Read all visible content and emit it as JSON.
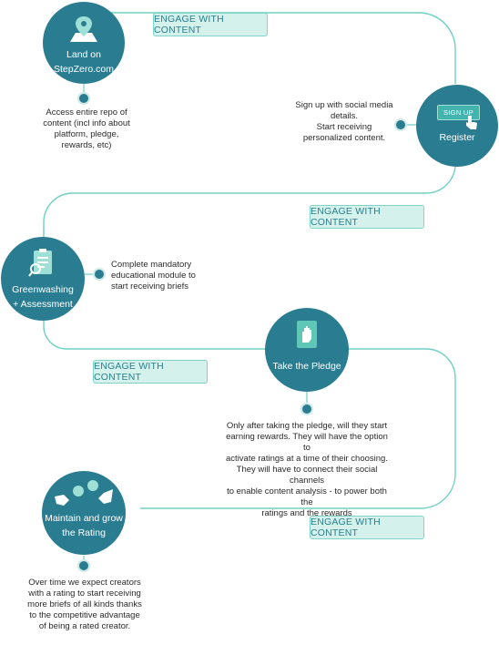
{
  "steps": [
    {
      "title": "Land on\nStepZero.com",
      "icon": "map-pin-icon",
      "description": "Access entire repo of\ncontent (incl info about\nplatform, pledge,\nrewards, etc)"
    },
    {
      "title": "Register",
      "icon": "sign-up-button-icon",
      "button_text": "SIGN UP",
      "description": "Sign up with social media\ndetails.\nStart receiving\npersonalized content."
    },
    {
      "title": "Greenwashing\n+ Assessment",
      "icon": "clipboard-search-icon",
      "description": "Complete mandatory\neducational module to\nstart receiving briefs"
    },
    {
      "title": "Take the Pledge",
      "icon": "hand-pledge-icon",
      "description": "Only after taking the pledge, will they start\nearning rewards. They will have the option to\nactivate ratings at a time of their choosing.\nThey will have to connect their social  channels\nto enable content analysis  - to power both the\nratings and the rewards"
    },
    {
      "title": "Maintain and grow\nthe Rating",
      "icon": "hands-puzzle-icon",
      "description": "Over time we expect creators\nwith a rating to start receiving\nmore briefs  of all kinds thanks\nto the competitive advantage\nof being a rated creator."
    }
  ],
  "connectors": [
    {
      "label": "ENGAGE WITH CONTENT"
    },
    {
      "label": "ENGAGE WITH CONTENT"
    },
    {
      "label": "ENGAGE WITH CONTENT"
    },
    {
      "label": "ENGAGE WITH CONTENT"
    }
  ],
  "colors": {
    "node": "#2a7d91",
    "line": "#6fd0c4",
    "pill_bg": "#d4f1ec",
    "pill_text": "#2a7f8c"
  }
}
